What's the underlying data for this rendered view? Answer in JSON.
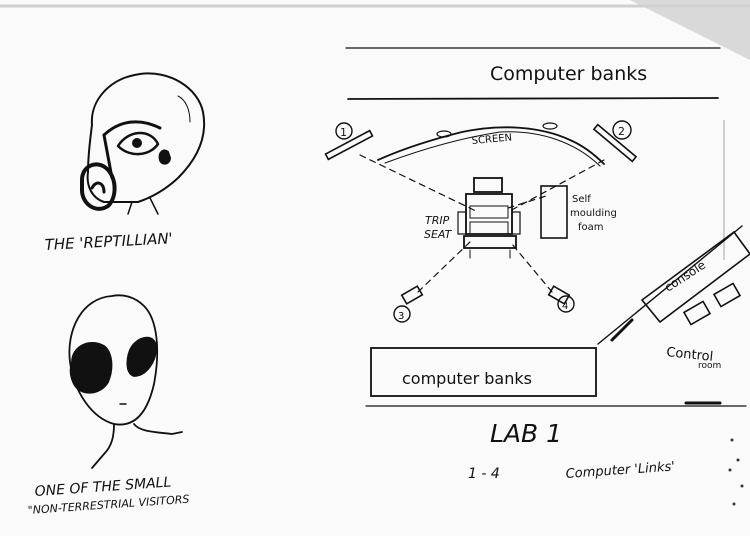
{
  "left_column": {
    "caption_reptilian": "THE 'REPTILLIAN'",
    "caption_visitors_line1": "ONE OF THE SMALL",
    "caption_visitors_line2": "\"NON-TERRESTRIAL VISITORS"
  },
  "lab_plan": {
    "top_banks_label": "Computer banks",
    "bottom_banks_label": "computer banks",
    "screen_label": "SCREEN",
    "trip_seat_line1": "TRIP",
    "trip_seat_line2": "SEAT",
    "foam_line1": "Self",
    "foam_line2": "moulding",
    "foam_line3": "foam",
    "console_label": "console",
    "control_room_line1": "Control",
    "control_room_line2": "room",
    "link_1": "1",
    "link_2": "2",
    "link_3": "3",
    "link_4": "4"
  },
  "footer": {
    "title": "LAB 1",
    "range": "1 - 4",
    "legend": "Computer 'Links'"
  }
}
